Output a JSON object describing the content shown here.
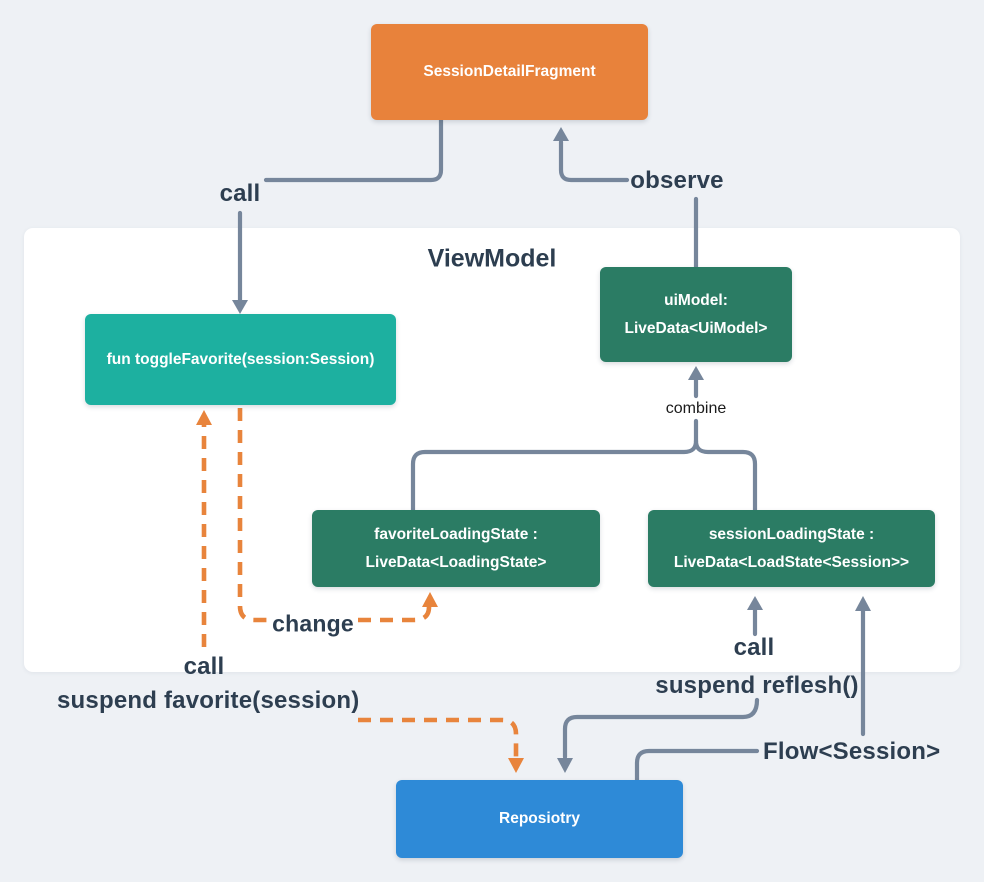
{
  "colors": {
    "background": "#eef1f5",
    "panel": "#ffffff",
    "orange-box": "#e8823b",
    "teal-box": "#1db0a0",
    "green-box": "#2b7c64",
    "blue-box": "#2e8ad7",
    "line-gray": "#76869b",
    "line-orange": "#e8843c",
    "label-text": "#2d3e50",
    "combine-text": "#1b1b1b",
    "box-text": "#ffffff"
  },
  "diagram": {
    "fragment": {
      "label": "SessionDetailFragment"
    },
    "viewmodel": {
      "title": "ViewModel",
      "toggle_favorite": {
        "label": "fun toggleFavorite(session:Session)"
      },
      "ui_model": {
        "line1": "uiModel:",
        "line2": "LiveData<UiModel>"
      },
      "favorite_loading_state": {
        "line1": "favoriteLoadingState :",
        "line2": "LiveData<LoadingState>"
      },
      "session_loading_state": {
        "line1": "sessionLoadingState :",
        "line2": "LiveData<LoadState<Session>>"
      }
    },
    "repository": {
      "label": "Reposiotry"
    },
    "edge_labels": {
      "call_top": "call",
      "observe": "observe",
      "combine": "combine",
      "change": "change",
      "call_favorite": "call",
      "suspend_favorite": "suspend favorite(session)",
      "call_refresh": "call",
      "suspend_reflesh": "suspend reflesh()",
      "flow_session": "Flow<Session>"
    }
  }
}
